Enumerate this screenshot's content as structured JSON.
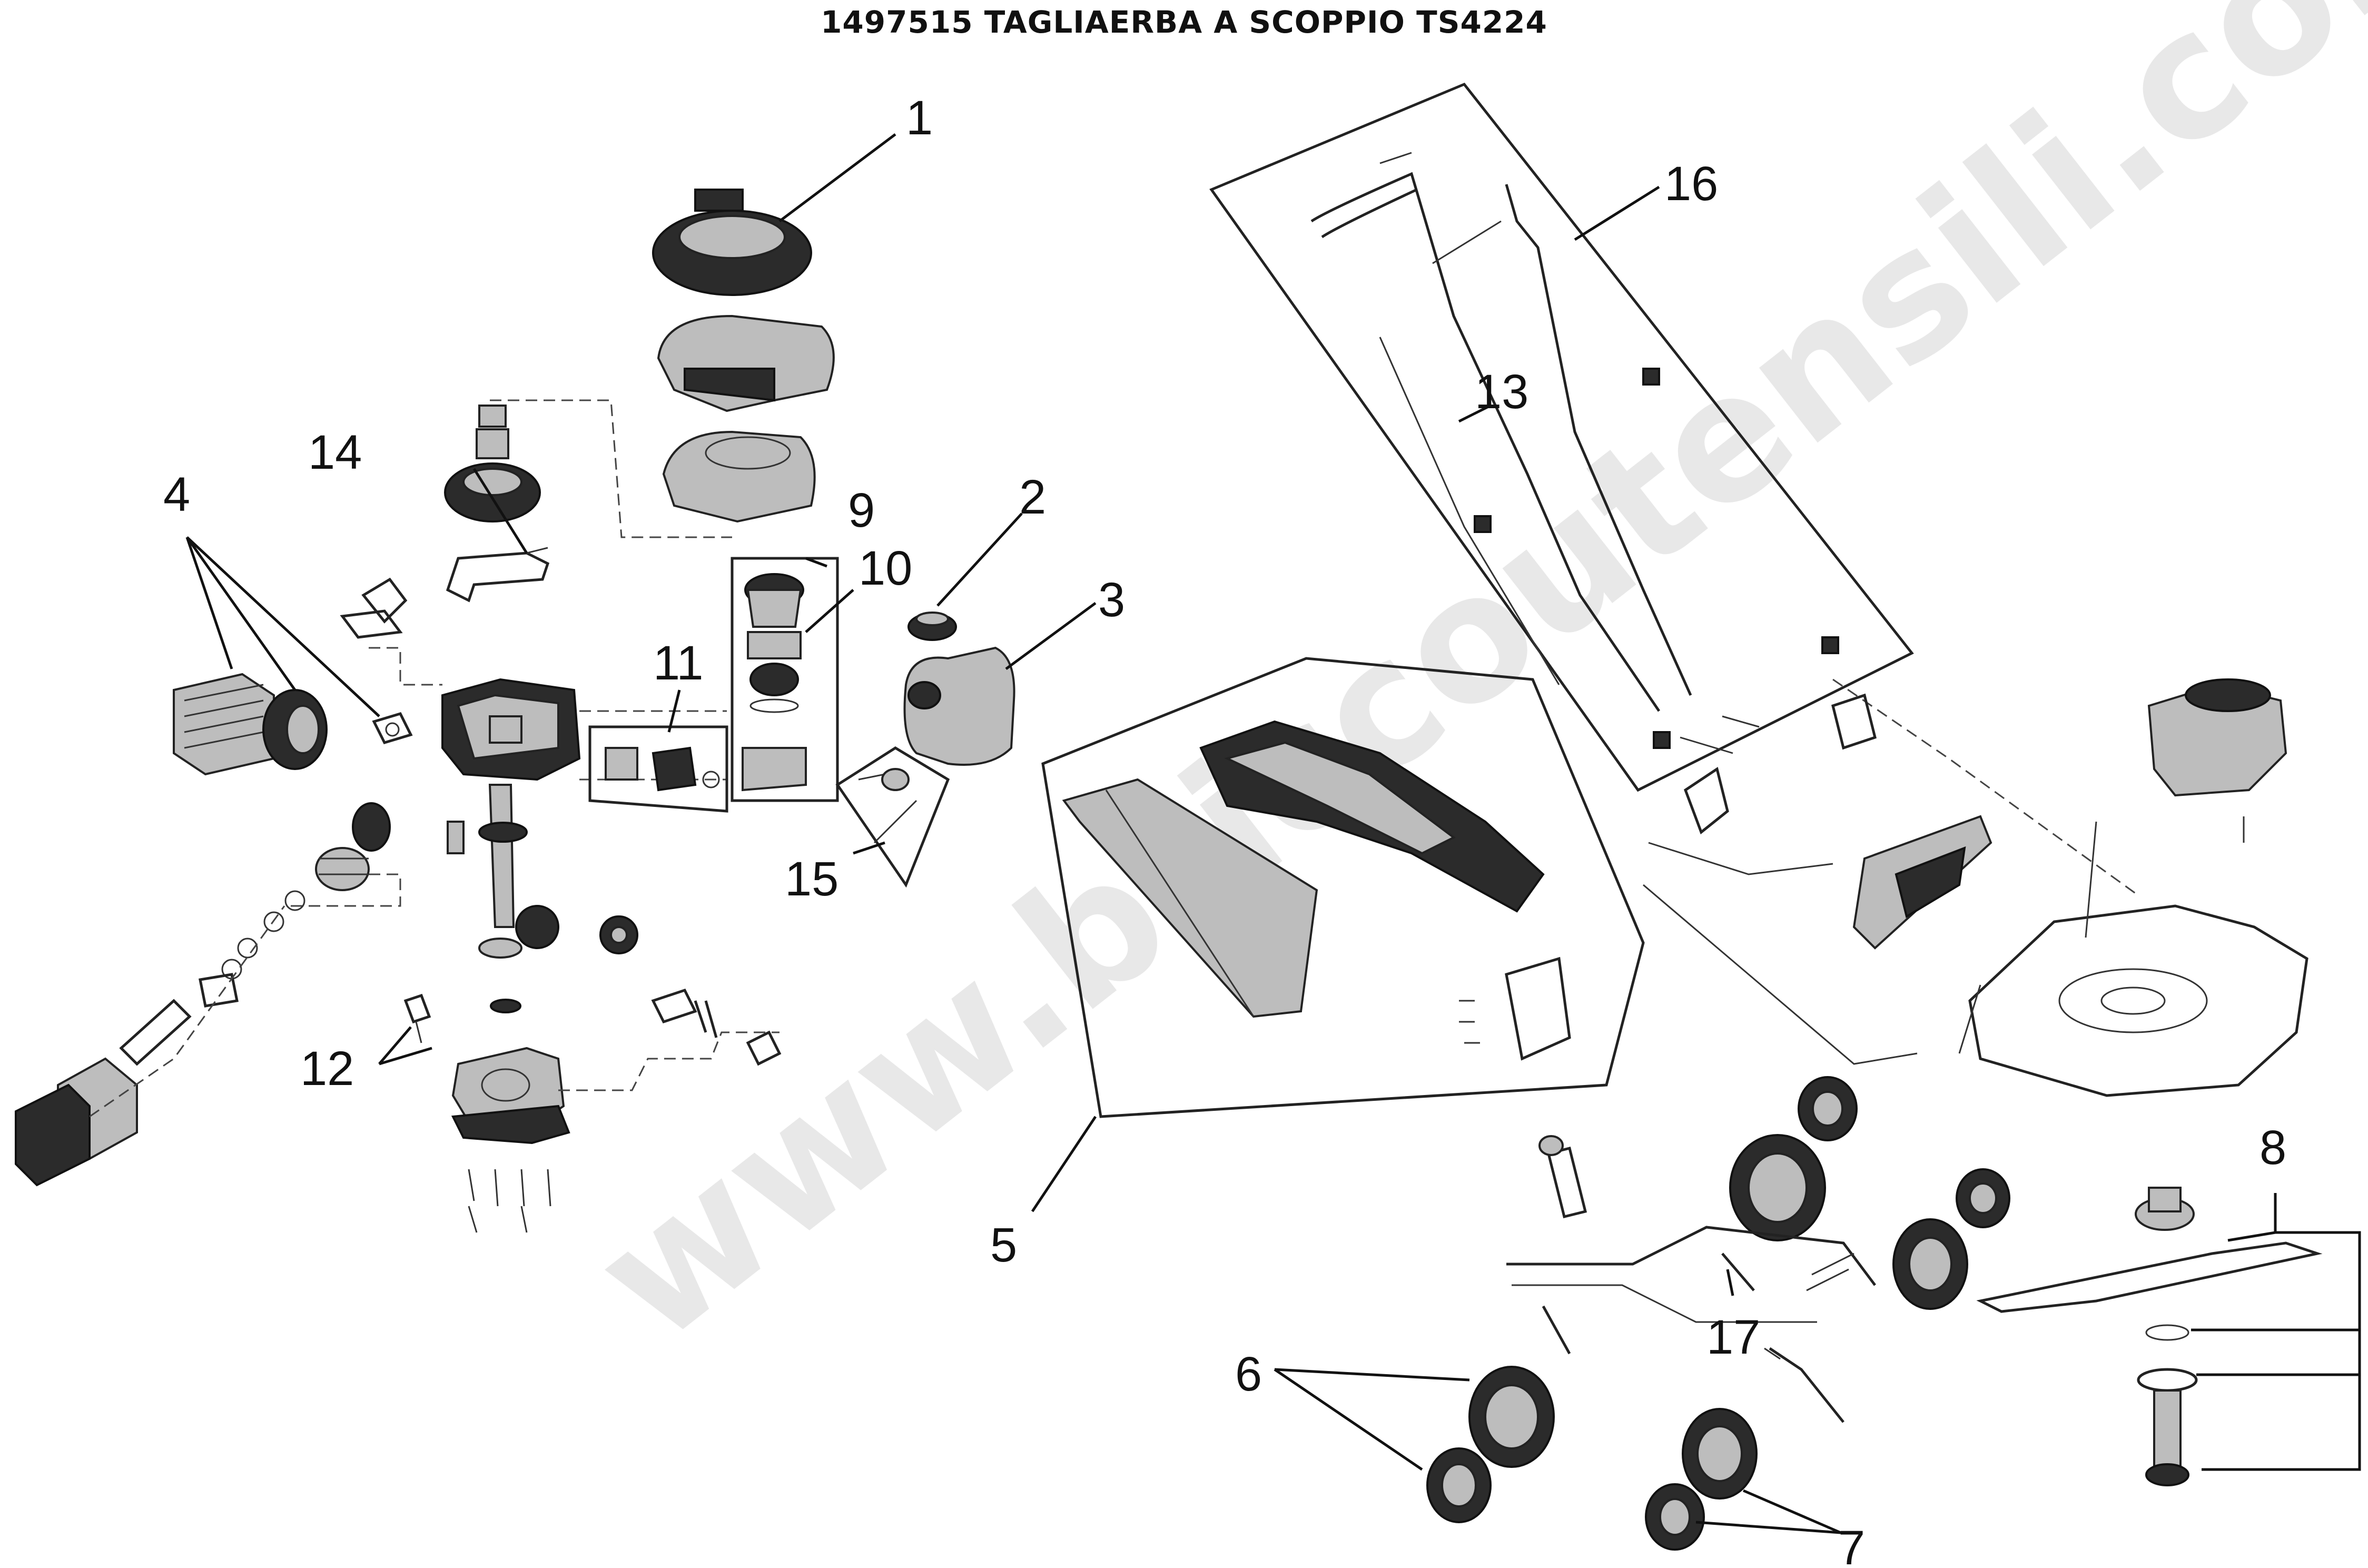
{
  "title": "1497515 TAGLIAERBA A SCOPPIO TS4224",
  "watermark": "www.briccoutensili.com",
  "callouts": [
    "1",
    "2",
    "3",
    "4",
    "5",
    "6",
    "7",
    "8",
    "9",
    "10",
    "11",
    "12",
    "13",
    "14",
    "15",
    "16",
    "17"
  ]
}
